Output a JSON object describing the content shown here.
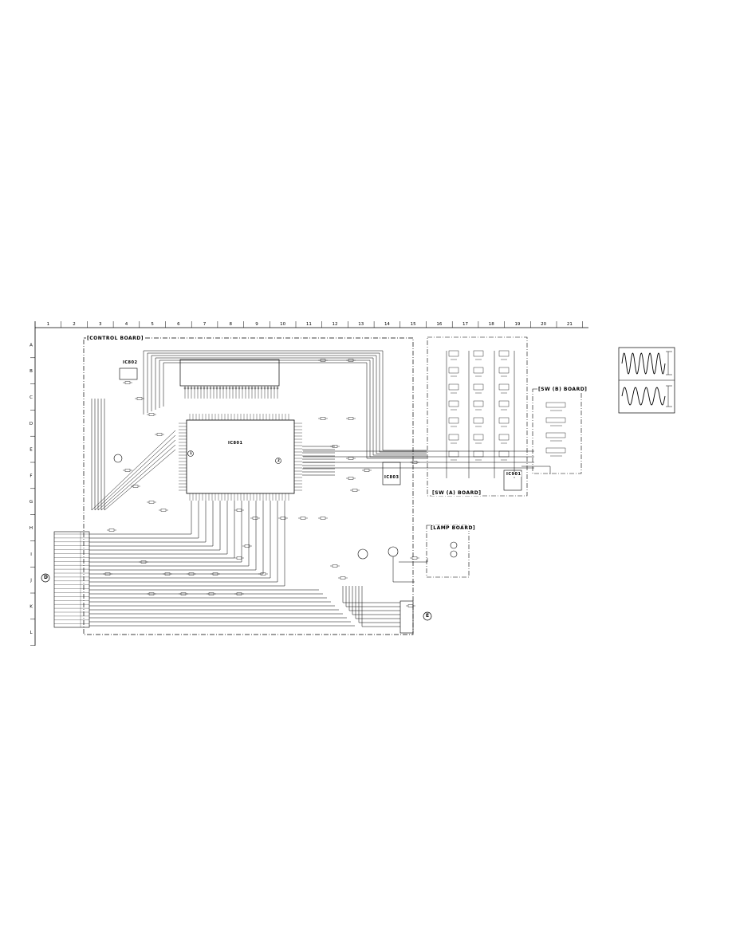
{
  "columns": [
    "1",
    "2",
    "3",
    "4",
    "5",
    "6",
    "7",
    "8",
    "9",
    "10",
    "11",
    "12",
    "13",
    "14",
    "15",
    "16",
    "17",
    "18",
    "19",
    "20",
    "21"
  ],
  "rows": [
    "A",
    "B",
    "C",
    "D",
    "E",
    "F",
    "G",
    "H",
    "I",
    "J",
    "K",
    "L"
  ],
  "boards": {
    "control": "[CONTROL BOARD]",
    "sw_a": "[SW (A) BOARD]",
    "sw_b": "[SW (B) BOARD]",
    "lamp": "[LAMP BOARD]"
  },
  "ics": {
    "ic801": "IC801",
    "ic802": "IC802",
    "ic803": "IC803",
    "ic901": "IC901"
  },
  "connectors": {
    "d_label": "D",
    "e_label": "E"
  },
  "markers": {
    "m1": "1",
    "m2": "2"
  },
  "colors": {
    "ink": "#000000",
    "paper": "#ffffff"
  }
}
